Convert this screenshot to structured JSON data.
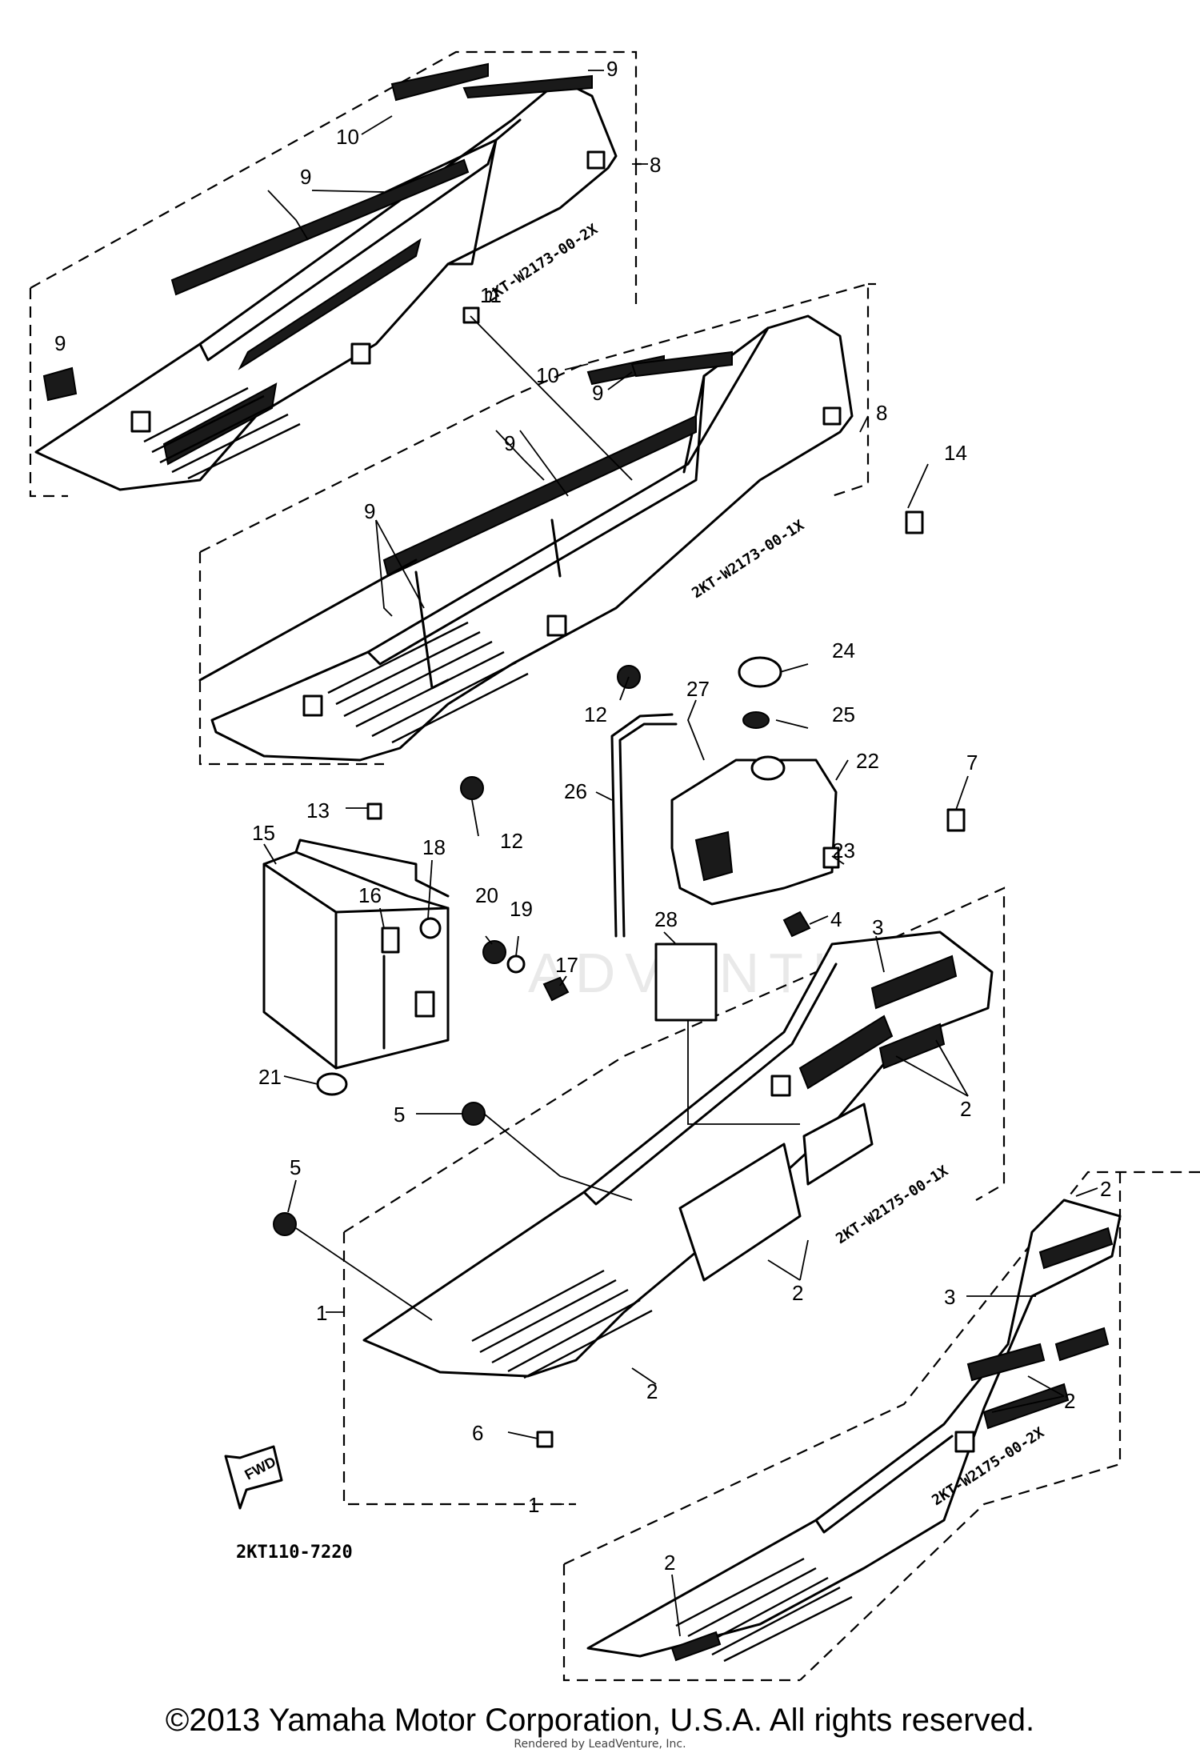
{
  "diagram": {
    "callouts": [
      {
        "id": "c9a",
        "text": "9"
      },
      {
        "id": "c10a",
        "text": "10"
      },
      {
        "id": "c8a",
        "text": "8"
      },
      {
        "id": "c9b",
        "text": "9"
      },
      {
        "id": "c9c",
        "text": "9"
      },
      {
        "id": "c11",
        "text": "11"
      },
      {
        "id": "c10b",
        "text": "10"
      },
      {
        "id": "c9d",
        "text": "9"
      },
      {
        "id": "c8b",
        "text": "8"
      },
      {
        "id": "c14",
        "text": "14"
      },
      {
        "id": "c9e",
        "text": "9"
      },
      {
        "id": "c9f",
        "text": "9"
      },
      {
        "id": "c24",
        "text": "24"
      },
      {
        "id": "c27",
        "text": "27"
      },
      {
        "id": "c25",
        "text": "25"
      },
      {
        "id": "c12a",
        "text": "12"
      },
      {
        "id": "c22",
        "text": "22"
      },
      {
        "id": "c7",
        "text": "7"
      },
      {
        "id": "c26",
        "text": "26"
      },
      {
        "id": "c13",
        "text": "13"
      },
      {
        "id": "c12b",
        "text": "12"
      },
      {
        "id": "c15",
        "text": "15"
      },
      {
        "id": "c18",
        "text": "18"
      },
      {
        "id": "c23",
        "text": "23"
      },
      {
        "id": "c16",
        "text": "16"
      },
      {
        "id": "c20",
        "text": "20"
      },
      {
        "id": "c19",
        "text": "19"
      },
      {
        "id": "c28",
        "text": "28"
      },
      {
        "id": "c4",
        "text": "4"
      },
      {
        "id": "c3a",
        "text": "3"
      },
      {
        "id": "c17",
        "text": "17"
      },
      {
        "id": "c21",
        "text": "21"
      },
      {
        "id": "c2a",
        "text": "2"
      },
      {
        "id": "c5a",
        "text": "5"
      },
      {
        "id": "c5b",
        "text": "5"
      },
      {
        "id": "c2b",
        "text": "2"
      },
      {
        "id": "c1a",
        "text": "1"
      },
      {
        "id": "c3b",
        "text": "3"
      },
      {
        "id": "c2c",
        "text": "2"
      },
      {
        "id": "c6",
        "text": "6"
      },
      {
        "id": "c2d",
        "text": "2"
      },
      {
        "id": "c1b",
        "text": "1"
      },
      {
        "id": "c2e",
        "text": "2"
      },
      {
        "id": "c2f",
        "text": "2"
      }
    ],
    "part_codes": [
      "2KT-W2173-00-2X",
      "2KT-W2173-00-1X",
      "2KT-W2175-00-1X",
      "2KT-W2175-00-2X"
    ],
    "fwd_label": "FWD",
    "catalog_number": "2KT110-7220",
    "watermark": "ADVENTURE"
  },
  "footer": {
    "copyright": "©2013 Yamaha Motor Corporation, U.S.A. All rights reserved.",
    "rendered_by": "Rendered by LeadVenture, Inc."
  }
}
